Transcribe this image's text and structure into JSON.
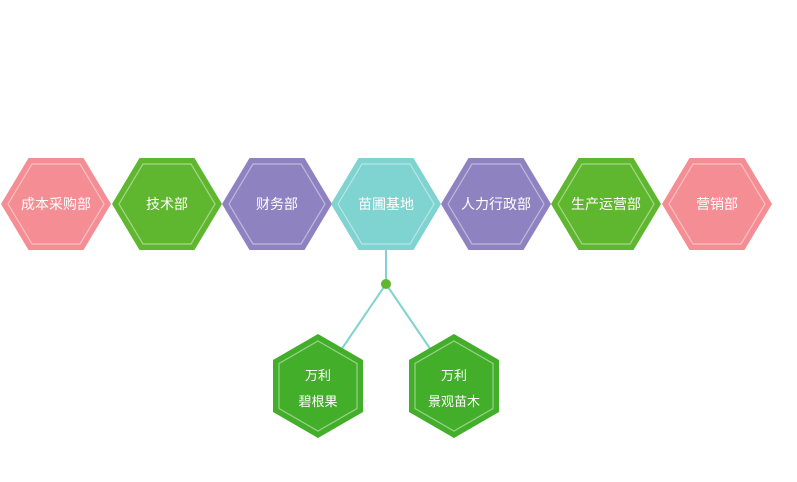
{
  "departments": [
    {
      "label": "成本采购部",
      "color": "#f48e94"
    },
    {
      "label": "技术部",
      "color": "#5fb72f"
    },
    {
      "label": "财务部",
      "color": "#8f82c0"
    },
    {
      "label": "苗圃基地",
      "color": "#7fd3d0"
    },
    {
      "label": "人力行政部",
      "color": "#8f82c0"
    },
    {
      "label": "生产运营部",
      "color": "#5fb72f"
    },
    {
      "label": "营销部",
      "color": "#f48e94"
    }
  ],
  "subsidiaries": [
    {
      "line1": "万利",
      "line2": "碧根果",
      "color": "#43ae2a"
    },
    {
      "line1": "万利",
      "line2": "景观苗木",
      "color": "#43ae2a"
    }
  ],
  "connector": {
    "line_color": "#7fd3d0",
    "dot_color": "#5fb72f"
  }
}
